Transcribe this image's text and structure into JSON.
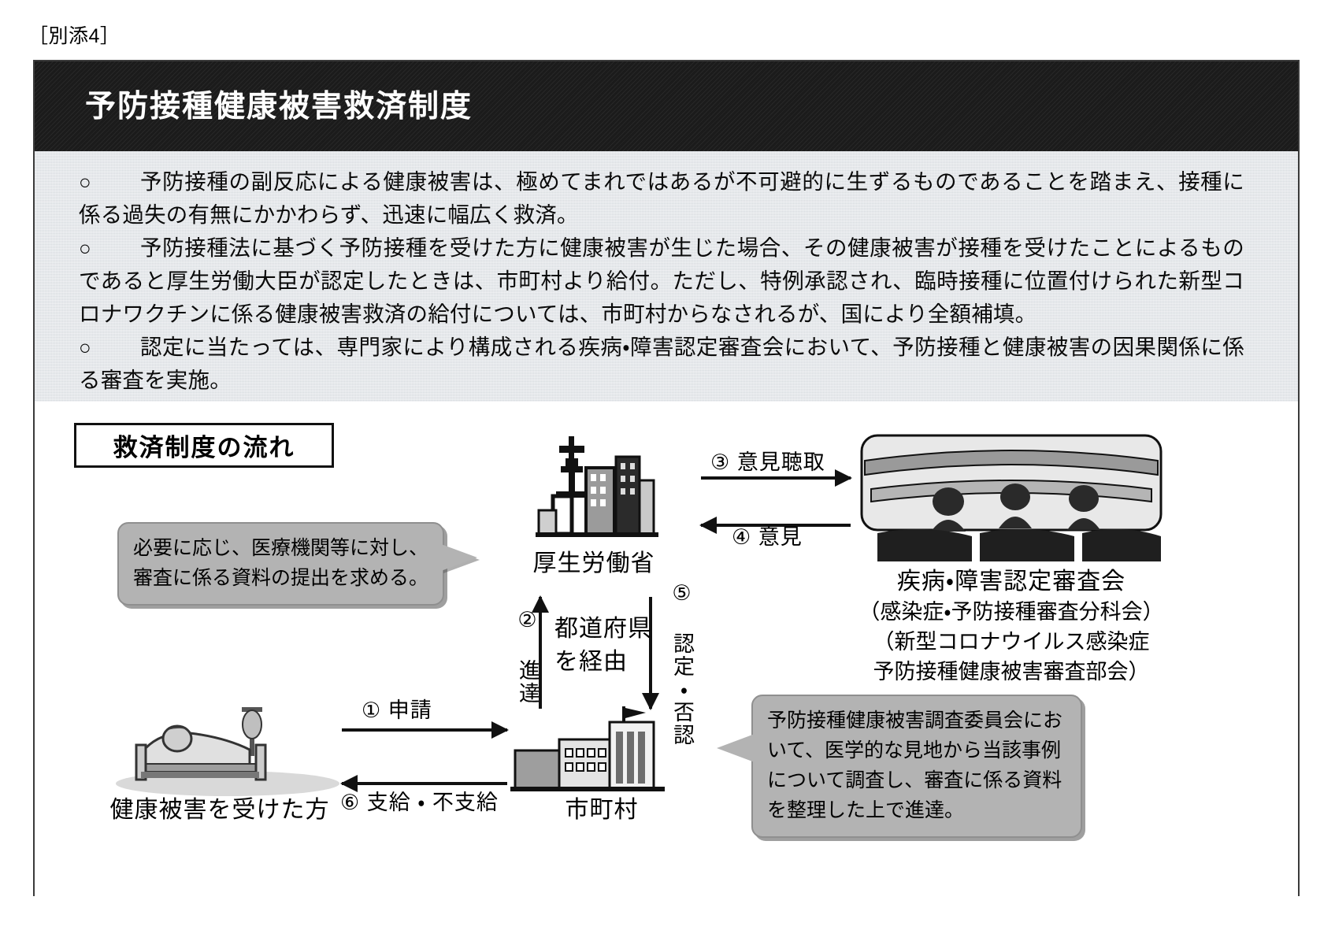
{
  "doc_tag": "［別添4］",
  "header": {
    "title": "予防接種健康被害救済制度"
  },
  "overview": {
    "bullet_marker": "○",
    "bullets": [
      "予防接種の副反応による健康被害は、極めてまれではあるが不可避的に生ずるものであることを踏まえ、接種に係る過失の有無にかかわらず、迅速に幅広く救済。",
      "予防接種法に基づく予防接種を受けた方に健康被害が生じた場合、その健康被害が接種を受けたことによるものであると厚生労働大臣が認定したときは、市町村より給付。ただし、特例承認され、臨時接種に位置付けられた新型コロナワクチンに係る健康被害救済の給付については、市町村からなされるが、国により全額補填。",
      "認定に当たっては、専門家により構成される疾病・障害認定審査会において、予防接種と健康被害の因果関係に係る審査を実施。"
    ]
  },
  "diagram": {
    "section_title": "救済制度の流れ",
    "nodes": {
      "mhlw": "厚生労働省",
      "municipality": "市町村",
      "victim": "健康被害を受けた方",
      "committee_main": "疾病・障害認定審査会",
      "committee_sub1": "（感染症・予防接種審査分科会）",
      "committee_sub2": "（新型コロナウイルス感染症",
      "committee_sub3": "予防接種健康被害審査部会）"
    },
    "flows": {
      "step1": "① 申請",
      "step2": "② 進達",
      "step3": "③ 意見聴取",
      "step4": "④ 意見",
      "step5": "⑤ 認定・否認",
      "step6": "⑥ 支給 ・ 不支給",
      "via_prefecture": "都道府県を経由"
    },
    "callouts": {
      "left": "必要に応じ、医療機関等に対し、審査に係る資料の提出を求める。",
      "right": "予防接種健康被害調査委員会において、医学的な見地から当該事例について調査し、審査に係る資料を整理した上で進達。"
    }
  },
  "colors": {
    "title_band": "#1b1b1b",
    "body_band": "#d6dade",
    "bubble": "#b3b3b3",
    "ink": "#000000"
  }
}
